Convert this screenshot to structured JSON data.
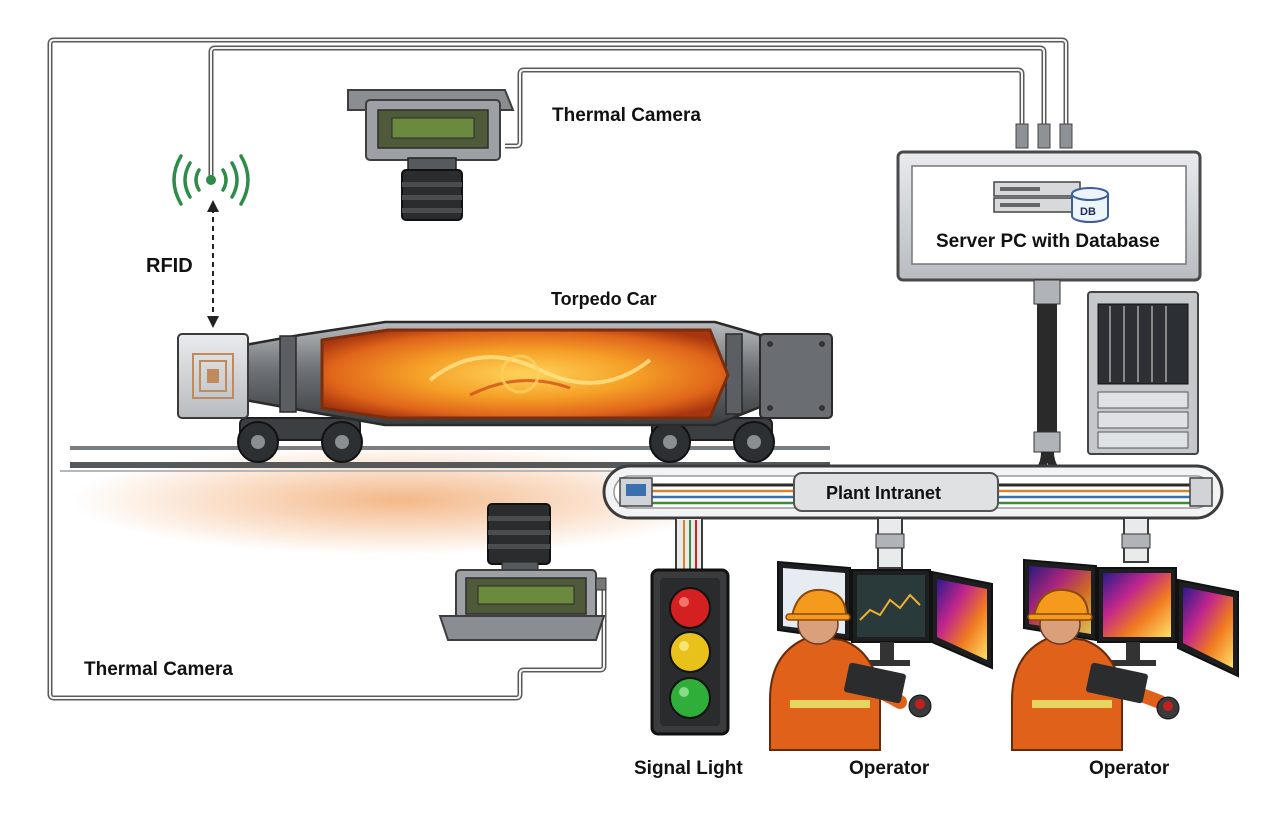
{
  "labels": {
    "thermal_camera_top": "Thermal Camera",
    "thermal_camera_bottom": "Thermal Camera",
    "rfid": "RFID",
    "torpedo_car": "Torpedo Car",
    "server": "Server PC with Database",
    "db_badge": "DB",
    "plant_intranet": "Plant Intranet",
    "signal_light": "Signal Light",
    "operator_1": "Operator",
    "operator_2": "Operator"
  },
  "colors": {
    "cable": "#5a5a5a",
    "molten_iron": "#f28c1e",
    "signal_red": "#d42020",
    "signal_yellow": "#e8c21a",
    "signal_green": "#2fae3a",
    "safety_orange": "#e0611a",
    "rfid_wave": "#2e8b4a"
  }
}
